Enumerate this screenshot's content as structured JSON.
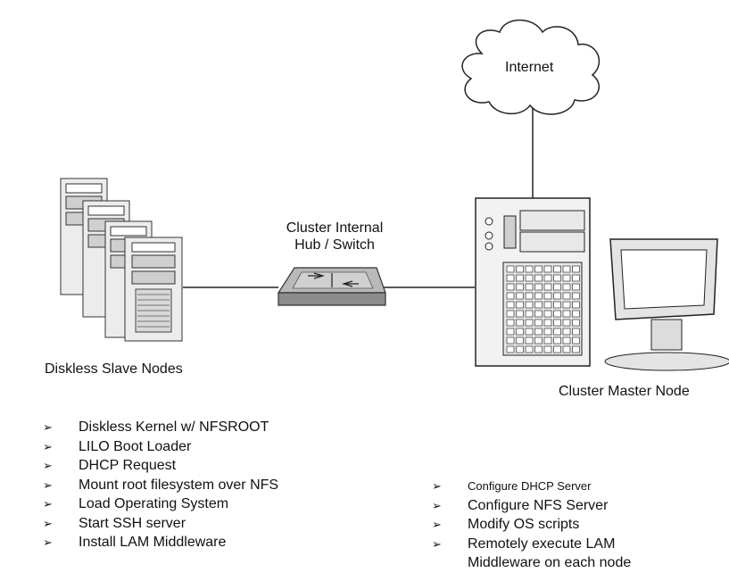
{
  "labels": {
    "internet": "Internet",
    "switch_line1": "Cluster Internal",
    "switch_line2": "Hub / Switch",
    "slaves": "Diskless Slave Nodes",
    "master": "Cluster Master Node"
  },
  "icons": {
    "bullet": "arrow-bullet-icon",
    "cloud": "cloud-icon",
    "switch": "network-switch-icon",
    "server": "tower-server-icon",
    "monitor": "monitor-icon"
  },
  "slave_steps": [
    "Diskless Kernel w/ NFSROOT",
    "LILO Boot Loader",
    "DHCP Request",
    "Mount root filesystem over NFS",
    "Load Operating System",
    "Start SSH server",
    "Install LAM Middleware"
  ],
  "master_steps": [
    "Configure DHCP Server",
    "Configure NFS Server",
    "Modify OS scripts",
    "Remotely execute LAM",
    "Middleware on each node"
  ],
  "bullet_glyph": "➢"
}
